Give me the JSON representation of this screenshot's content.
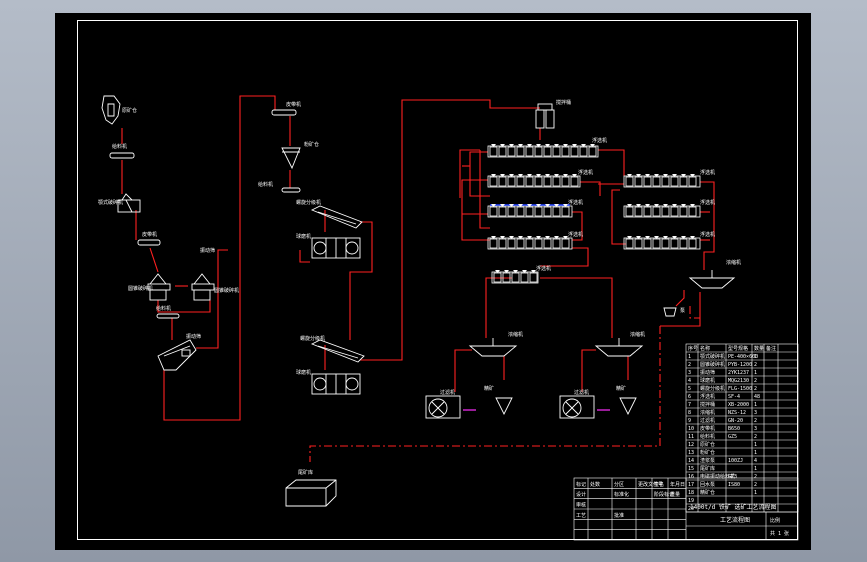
{
  "colors": {
    "background": "#000000",
    "frame": "#ffffff",
    "equipment": "#ffffff",
    "flow_line": "#ff2020",
    "flow_dashed": "#ff2020",
    "accent_blue": "#2040ff",
    "accent_magenta": "#ff30ff",
    "app_backdrop": "#9aa3b0"
  },
  "title_block": {
    "drawing_title": "1400t/d 铁矿 选矿工艺流程图",
    "drawing_name": "工艺流程图",
    "scale_label": "比例",
    "sheet_label": "共 1 张"
  },
  "equipment_labels": {
    "raw_ore_bin": "原矿仓",
    "feeder_1": "给料机",
    "jaw_crusher": "颚式破碎机",
    "belt_1": "皮带机",
    "cone_crusher_1": "圆锥破碎机",
    "cone_crusher_2": "圆锥破碎机",
    "vib_screen_note": "振动筛",
    "vib_screen": "振动筛",
    "fine_ore_feeder": "给料机",
    "fine_ore_bin": "粉矿仓",
    "belt_2": "皮带机",
    "classifier_1": "螺旋分级机",
    "ball_mill_1": "球磨机",
    "classifier_2": "螺旋分级机",
    "ball_mill_2": "球磨机",
    "reagent_tank": "搅拌桶",
    "flotation_rough": "浮选机",
    "flotation_scav_1": "浮选机",
    "flotation_clean_1": "浮选机",
    "flotation_clean_2": "浮选机",
    "flotation_clean_3": "浮选机",
    "flotation_right_1": "浮选机",
    "flotation_right_2": "浮选机",
    "flotation_right_3": "浮选机",
    "thickener_right": "浓缩机",
    "thickener_1": "浓缩机",
    "thickener_2": "浓缩机",
    "filter_1": "过滤机",
    "filter_2": "过滤机",
    "conc_1": "精矿",
    "conc_2": "精矿",
    "tailings_pond": "尾矿库",
    "pump_small": "泵"
  },
  "equipment_table": {
    "header": [
      "序号",
      "名称",
      "型号规格",
      "数量",
      "备注"
    ],
    "rows": [
      [
        "1",
        "颚式破碎机",
        "PE-400×600",
        "1",
        ""
      ],
      [
        "2",
        "圆锥破碎机",
        "PYB-1200",
        "2",
        ""
      ],
      [
        "3",
        "振动筛",
        "2YK1237",
        "1",
        ""
      ],
      [
        "4",
        "球磨机",
        "MQG2130",
        "2",
        ""
      ],
      [
        "5",
        "螺旋分级机",
        "FLG-1500",
        "2",
        ""
      ],
      [
        "6",
        "浮选机",
        "SF-4",
        "48",
        ""
      ],
      [
        "7",
        "搅拌桶",
        "XB-2000",
        "1",
        ""
      ],
      [
        "8",
        "浓缩机",
        "NZS-12",
        "3",
        ""
      ],
      [
        "9",
        "过滤机",
        "GN-20",
        "2",
        ""
      ],
      [
        "10",
        "皮带机",
        "B650",
        "3",
        ""
      ],
      [
        "11",
        "给料机",
        "GZ5",
        "2",
        ""
      ],
      [
        "12",
        "原矿仓",
        "",
        "1",
        ""
      ],
      [
        "13",
        "粉矿仓",
        "",
        "1",
        ""
      ],
      [
        "14",
        "渣浆泵",
        "100ZJ",
        "4",
        ""
      ],
      [
        "15",
        "尾矿库",
        "",
        "1",
        ""
      ],
      [
        "16",
        "电磁振动给料机",
        "GZ3",
        "2",
        ""
      ],
      [
        "17",
        "回水泵",
        "IS80",
        "2",
        ""
      ],
      [
        "18",
        "精矿仓",
        "",
        "1",
        ""
      ],
      [
        "19",
        "",
        "",
        "",
        ""
      ],
      [
        "20",
        "",
        "",
        "",
        ""
      ]
    ]
  },
  "bottom_table": {
    "rows": [
      [
        "标记",
        "处数",
        "分区",
        "更改文件号",
        "签名",
        "年月日"
      ],
      [
        "设计",
        "",
        "标准化",
        "",
        "阶段标记",
        "重量"
      ],
      [
        "审核",
        "",
        "",
        "",
        "",
        ""
      ],
      [
        "工艺",
        "",
        "批准",
        "",
        "",
        ""
      ],
      [
        "",
        "",
        "",
        "",
        "",
        ""
      ],
      [
        "",
        "",
        "",
        "",
        "",
        ""
      ]
    ]
  }
}
